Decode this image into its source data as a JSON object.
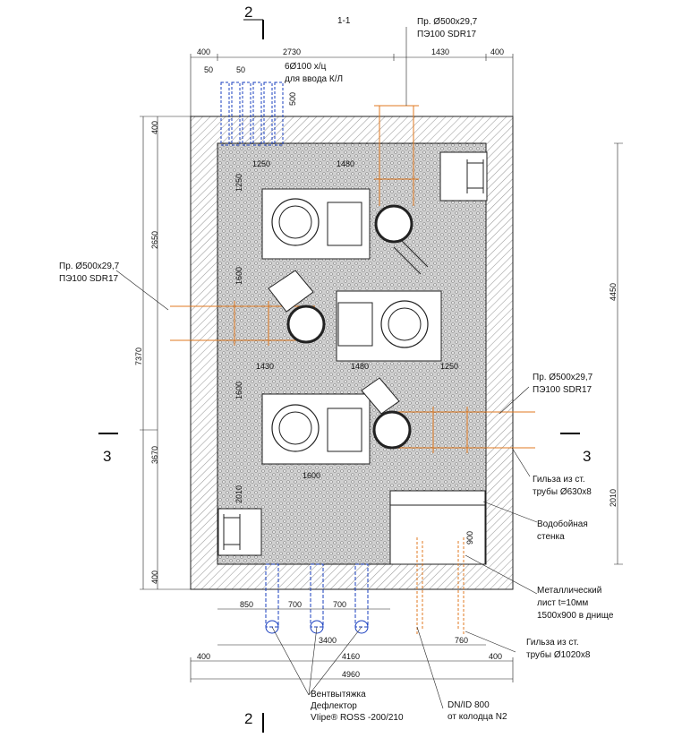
{
  "section_title": "1-1",
  "section_marks": {
    "s2": "2",
    "s3": "3"
  },
  "dimensions": {
    "top": [
      "400",
      "2730",
      "1430",
      "400"
    ],
    "pipe_spacing": [
      "50",
      "50"
    ],
    "sleeve_depth": "500",
    "wall_top": "400",
    "left_vertical": [
      "2650",
      "7370",
      "3670",
      "400"
    ],
    "right_vertical": [
      "4450",
      "2010"
    ],
    "inner_a": [
      "1250",
      "1480",
      "1250"
    ],
    "inner_b": [
      "1600",
      "1600",
      "2010"
    ],
    "inner_c": [
      "1430",
      "1480",
      "1250"
    ],
    "row_bottom": "1600",
    "chamber": "900",
    "bottom_spacing": [
      "850",
      "700",
      "700",
      "760"
    ],
    "bottom_total": [
      "3400",
      "4160",
      "400",
      "400",
      "4960"
    ]
  },
  "callouts": {
    "vent_pipes_1": "6Ø100 х/ц",
    "vent_pipes_2": "для ввода К/Л",
    "pipe_top_1": "Пр. Ø500х29,7",
    "pipe_top_2": "ПЭ100 SDR17",
    "pipe_left_1": "Пр. Ø500х29,7",
    "pipe_left_2": "ПЭ100 SDR17",
    "pipe_right_1": "Пр. Ø500х29,7",
    "pipe_right_2": "ПЭ100 SDR17",
    "sleeve630_1": "Гильза из ст.",
    "sleeve630_2": "трубы Ø630х8",
    "wall_1": "Водобойная",
    "wall_2": "стенка",
    "metal_1": "Металлический",
    "metal_2": "лист t=10мм",
    "metal_3": "1500х900 в днище",
    "sleeve1020_1": "Гильза из ст.",
    "sleeve1020_2": "трубы Ø1020х8",
    "vent_1": "Вентвытяжка",
    "vent_2": "Дефлектор",
    "vent_3": "VIipe® ROSS -200/210",
    "dn_1": "DN/ID 800",
    "dn_2": "от колодца N2"
  }
}
